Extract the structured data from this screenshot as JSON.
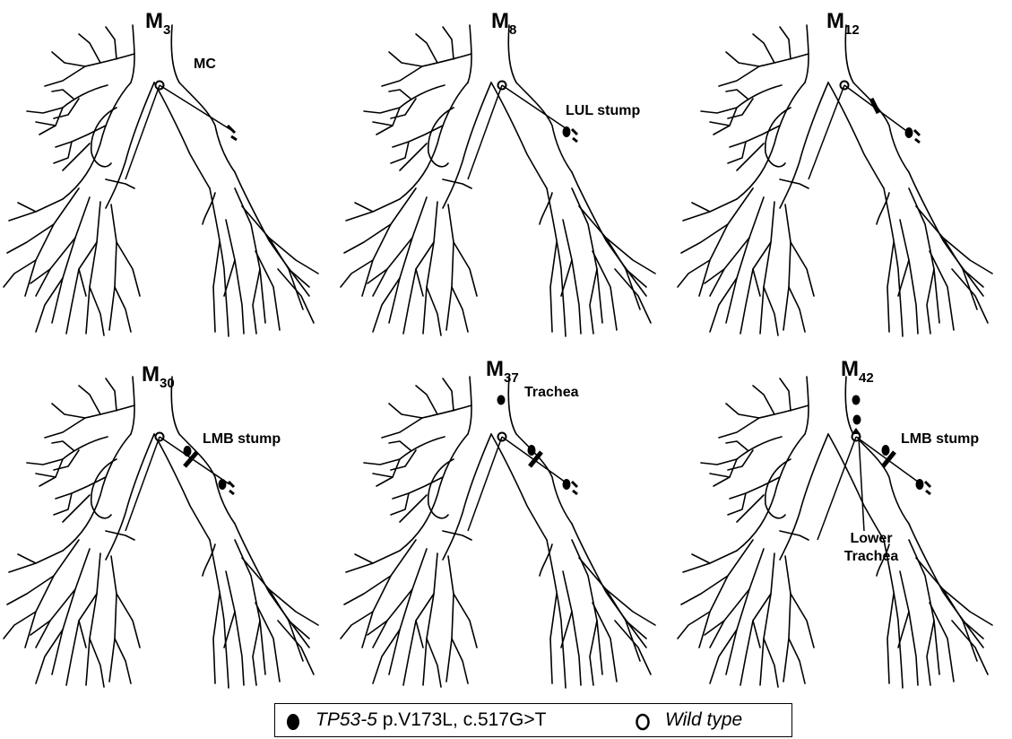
{
  "panels": [
    {
      "title": "M",
      "sub": "3",
      "labels": [
        "MC"
      ]
    },
    {
      "title": "M",
      "sub": "8",
      "labels": [
        "LUL stump"
      ]
    },
    {
      "title": "M",
      "sub": "12",
      "labels": []
    },
    {
      "title": "M",
      "sub": "30",
      "labels": [
        "LMB stump"
      ]
    },
    {
      "title": "M",
      "sub": "37",
      "labels": [
        "Trachea"
      ]
    },
    {
      "title": "M",
      "sub": "42",
      "labels": [
        "LMB stump",
        "Lower",
        "Trachea"
      ]
    }
  ],
  "legend": {
    "mutant_gene": "TP53-5",
    "mutant_variant": " p.V173L, c.517G>T",
    "wild_label": "Wild type"
  },
  "colors": {
    "mutant": "#000000",
    "wild_type": "#ffffff",
    "line": "#000000"
  }
}
